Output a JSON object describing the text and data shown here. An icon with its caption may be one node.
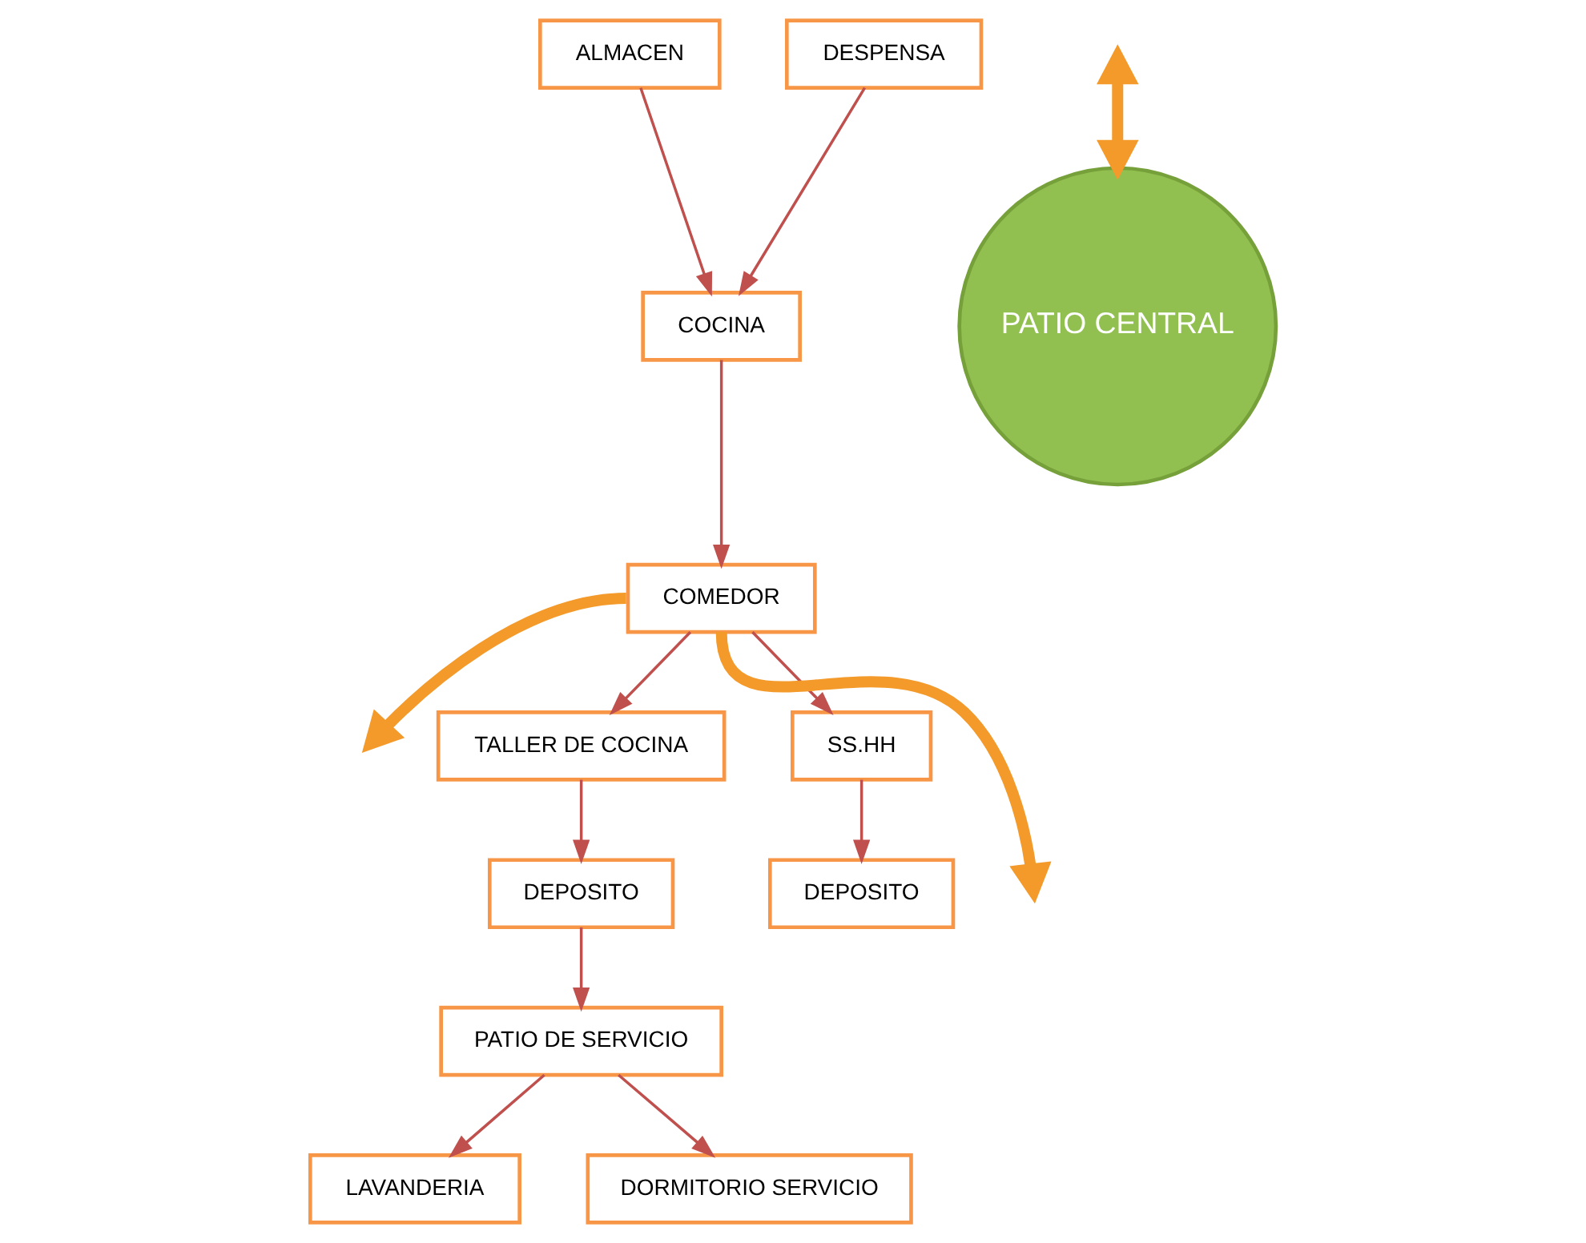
{
  "diagram": {
    "nodes": [
      {
        "text": [
          "PATIO DE SERVICIO"
        ]
      },
      {
        "text": [
          "LAVANDERIA"
        ]
      },
      {
        "text": [
          "DEPOSITO"
        ]
      },
      {
        "text": [
          "DORMITORIO SERVICIO"
        ]
      },
      {
        "text": [
          "ALMACEN"
        ]
      },
      {
        "text": [
          "DESPENSA"
        ]
      },
      {
        "text": [
          "TALLER DE COCINA"
        ]
      },
      {
        "text": [
          "COCINA"
        ]
      },
      {
        "text": [
          "PATIO CENTRAL"
        ]
      },
      {
        "text": [
          "COMEDOR"
        ]
      },
      {
        "text": [
          "DEPOSITO"
        ]
      },
      {
        "text": [
          "SS.HH"
        ]
      }
    ],
    "edges": [
      {
        "from": 0,
        "to": 1,
        "arrow": "to"
      },
      {
        "from": 2,
        "to": 0,
        "arrow": "to"
      },
      {
        "from": 0,
        "to": 3,
        "arrow": "to"
      },
      {
        "from": 6,
        "to": 2,
        "arrow": "to"
      },
      {
        "from": 4,
        "to": 7,
        "arrow": "to"
      },
      {
        "from": 5,
        "to": 7,
        "arrow": "to"
      },
      {
        "from": 7,
        "to": 9,
        "arrow": "to"
      },
      {
        "from": 9,
        "to": 6,
        "arrow": "to"
      },
      {
        "from": null,
        "to": 8,
        "arrow": "both",
        "style": "thick",
        "color": "#f39a2b"
      },
      {
        "from": 9,
        "to": 11,
        "arrow": "to"
      },
      {
        "from": 11,
        "to": 10,
        "arrow": "to"
      },
      {
        "from": 9,
        "to": null,
        "arrow": "to",
        "style": "thick",
        "color": "#f39a2b"
      },
      {
        "from": 9,
        "to": null,
        "arrow": "to",
        "style": "thick",
        "color": "#f39a2b"
      }
    ]
  }
}
